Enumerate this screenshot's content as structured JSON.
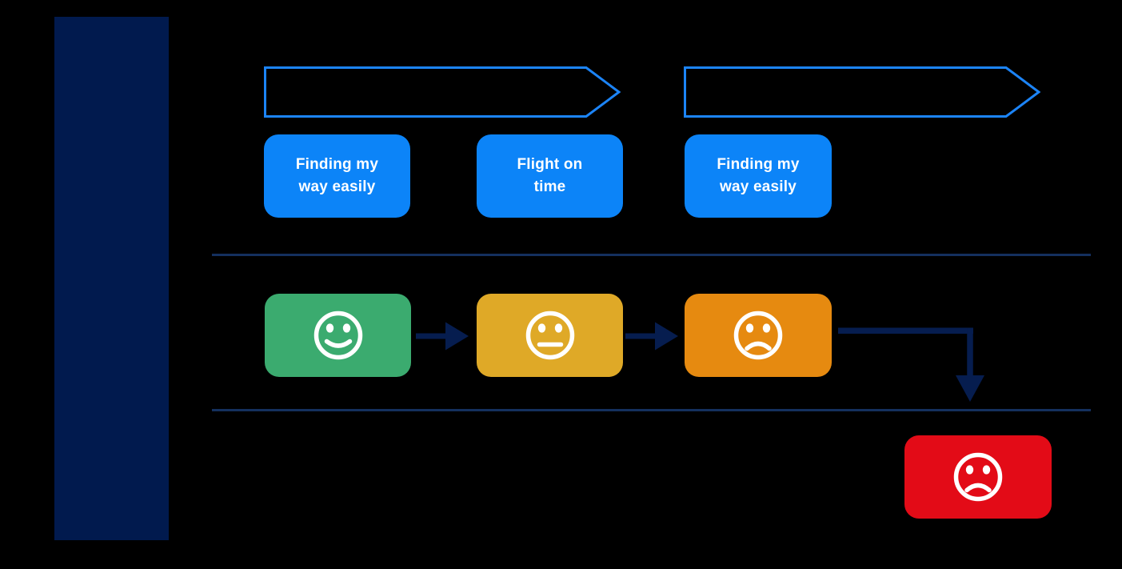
{
  "diagram": {
    "type": "customer-journey-map",
    "stages": [
      "stage-banner-1",
      "stage-banner-2"
    ]
  },
  "touchpoints": [
    {
      "id": "touchpoint-1",
      "lines": [
        "Finding my",
        "way easily"
      ]
    },
    {
      "id": "touchpoint-2",
      "lines": [
        "Flight on",
        "time"
      ]
    },
    {
      "id": "touchpoint-3",
      "lines": [
        "Finding my",
        "way easily"
      ]
    }
  ],
  "emotions": [
    {
      "id": "emotion-1",
      "mood": "happy",
      "color": "#3BAB6F"
    },
    {
      "id": "emotion-2",
      "mood": "neutral",
      "color": "#DFA927"
    },
    {
      "id": "emotion-3",
      "mood": "sad",
      "color": "#E68A10"
    },
    {
      "id": "emotion-4",
      "mood": "very-sad",
      "color": "#E30B17"
    }
  ],
  "palette": {
    "background": "#000000",
    "left_bar_navy": "#011A4E",
    "banner_outline_blue": "#1C84F7",
    "touchpoint_blue": "#0C84F8",
    "divider_navy": "#14305E",
    "arrow_navy": "#061D4F",
    "face_white": "#FFFFFF",
    "label_text": "#FFFFFF"
  }
}
